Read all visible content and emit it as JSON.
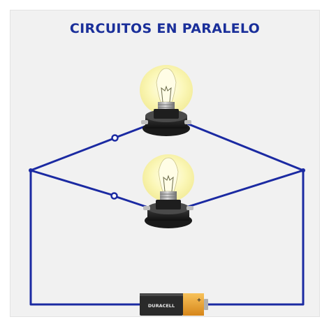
{
  "title": "CIRCUITOS EN PARALELO",
  "battery": {
    "brand": "DURACELL",
    "terminal": "+"
  },
  "colors": {
    "title": "#1a2f9a",
    "wire": "#1b2aa2",
    "background": "#f1f1f1",
    "bulb_glow": "#fbf7b8",
    "battery_body": "#2a2a2a",
    "battery_cap": "#f2a52a"
  },
  "components": {
    "bulbs": [
      "bulb-top",
      "bulb-bottom"
    ],
    "switches": [
      "switch-top",
      "switch-bottom"
    ],
    "junctions": [
      "junction-left",
      "junction-right"
    ]
  }
}
